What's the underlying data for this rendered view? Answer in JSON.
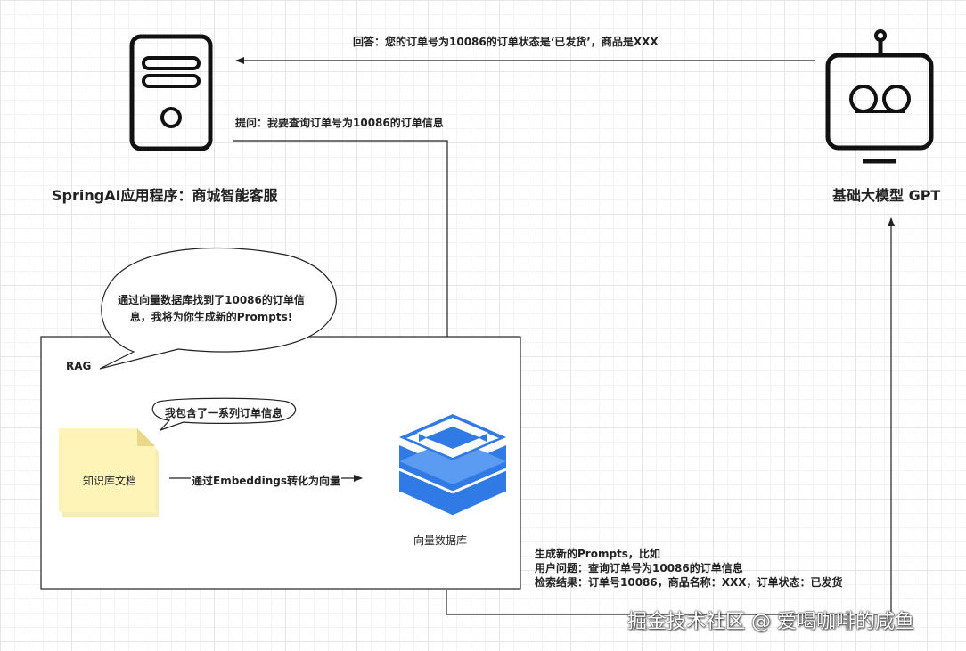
{
  "nodes": {
    "server_title": "SpringAI应用程序：商城智能客服",
    "llm_title": "基础大模型 GPT",
    "rag_label": "RAG",
    "doc_label": "知识库文档",
    "vector_db_label": "向量数据库"
  },
  "edges": {
    "answer": "回答：您的订单号为10086的订单状态是‘已发货’，商品是XXX",
    "question": "提问：我要查询订单号为10086的订单信息",
    "embedding": "通过Embeddings转化为向量"
  },
  "bubbles": {
    "rag_thought": "通过向量数据库找到了10086的订单信息，我将为你生成新的Prompts!",
    "doc_speech": "我包含了一系列订单信息"
  },
  "prompt_block": {
    "line1": "生成新的Prompts，比如",
    "line2": "用户问题：查询订单号为10086的订单信息",
    "line3": "检索结果：订单号10086，商品名称：XXX，订单状态：已发货"
  },
  "watermark": "掘金技术社区 @ 爱喝咖啡的咸鱼",
  "colors": {
    "cube_blue": "#2f7ae5",
    "note_yellow": "#fff4b8",
    "note_fold": "#f2e39a",
    "line": "#222222"
  },
  "icons": {
    "server": "server-icon",
    "robot": "robot-icon",
    "database": "vector-database-icon",
    "document": "sticky-note-icon"
  }
}
